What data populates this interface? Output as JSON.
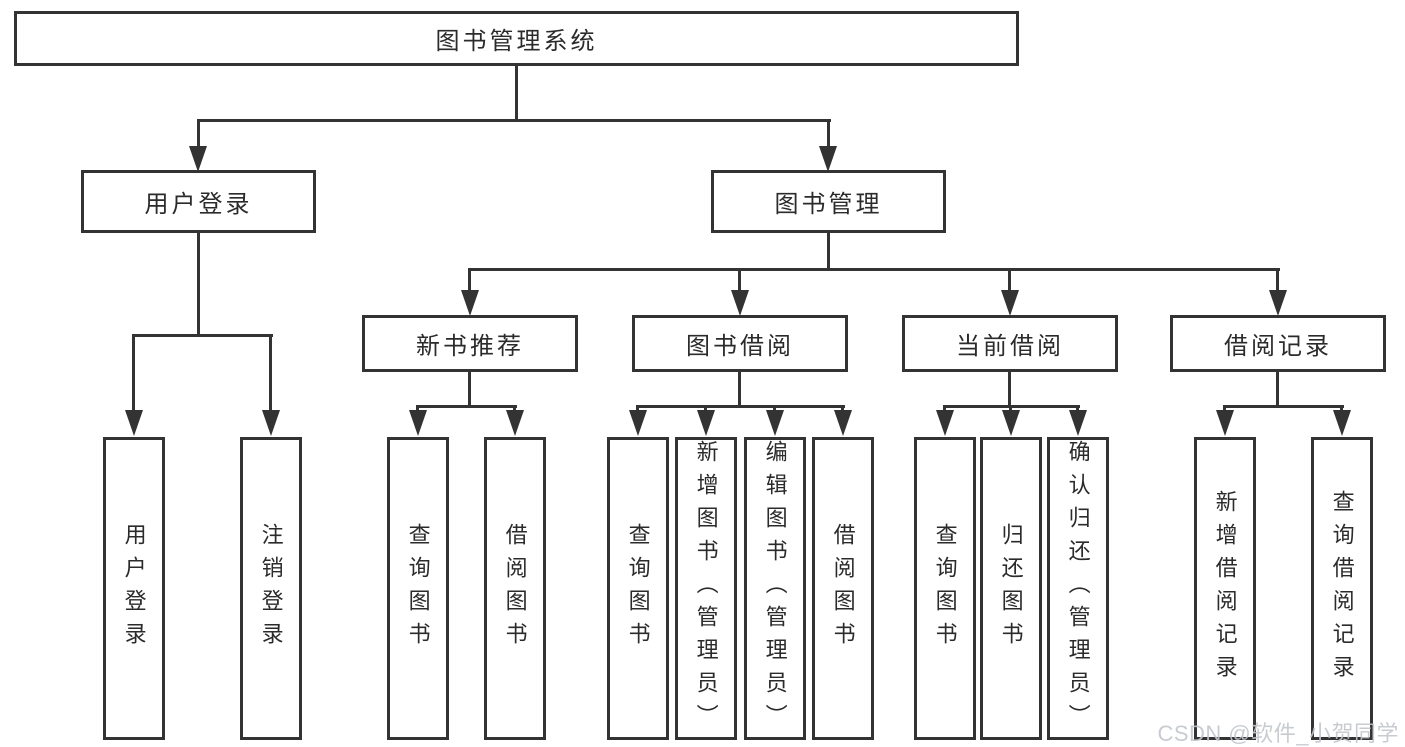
{
  "diagram": {
    "title": "图书管理系统",
    "level2": [
      "用户登录",
      "图书管理"
    ],
    "level3": [
      "新书推荐",
      "图书借阅",
      "当前借阅",
      "借阅记录"
    ],
    "leaves": {
      "user_login": [
        "用户登录",
        "注销登录"
      ],
      "new_books": [
        "查询图书",
        "借阅图书"
      ],
      "book_borrow": [
        "查询图书",
        "新增图书（管理员）",
        "编辑图书（管理员）",
        "借阅图书"
      ],
      "current_borrow": [
        "查询图书",
        "归还图书",
        "确认归还（管理员）"
      ],
      "borrow_records": [
        "新增借阅记录",
        "查询借阅记录"
      ]
    }
  },
  "watermark": {
    "text": "CSDN @软件_小贺同学"
  },
  "colors": {
    "line": "#333333",
    "text": "#2b2b2b",
    "watermark": "#c3c7cd",
    "background": "#ffffff"
  }
}
